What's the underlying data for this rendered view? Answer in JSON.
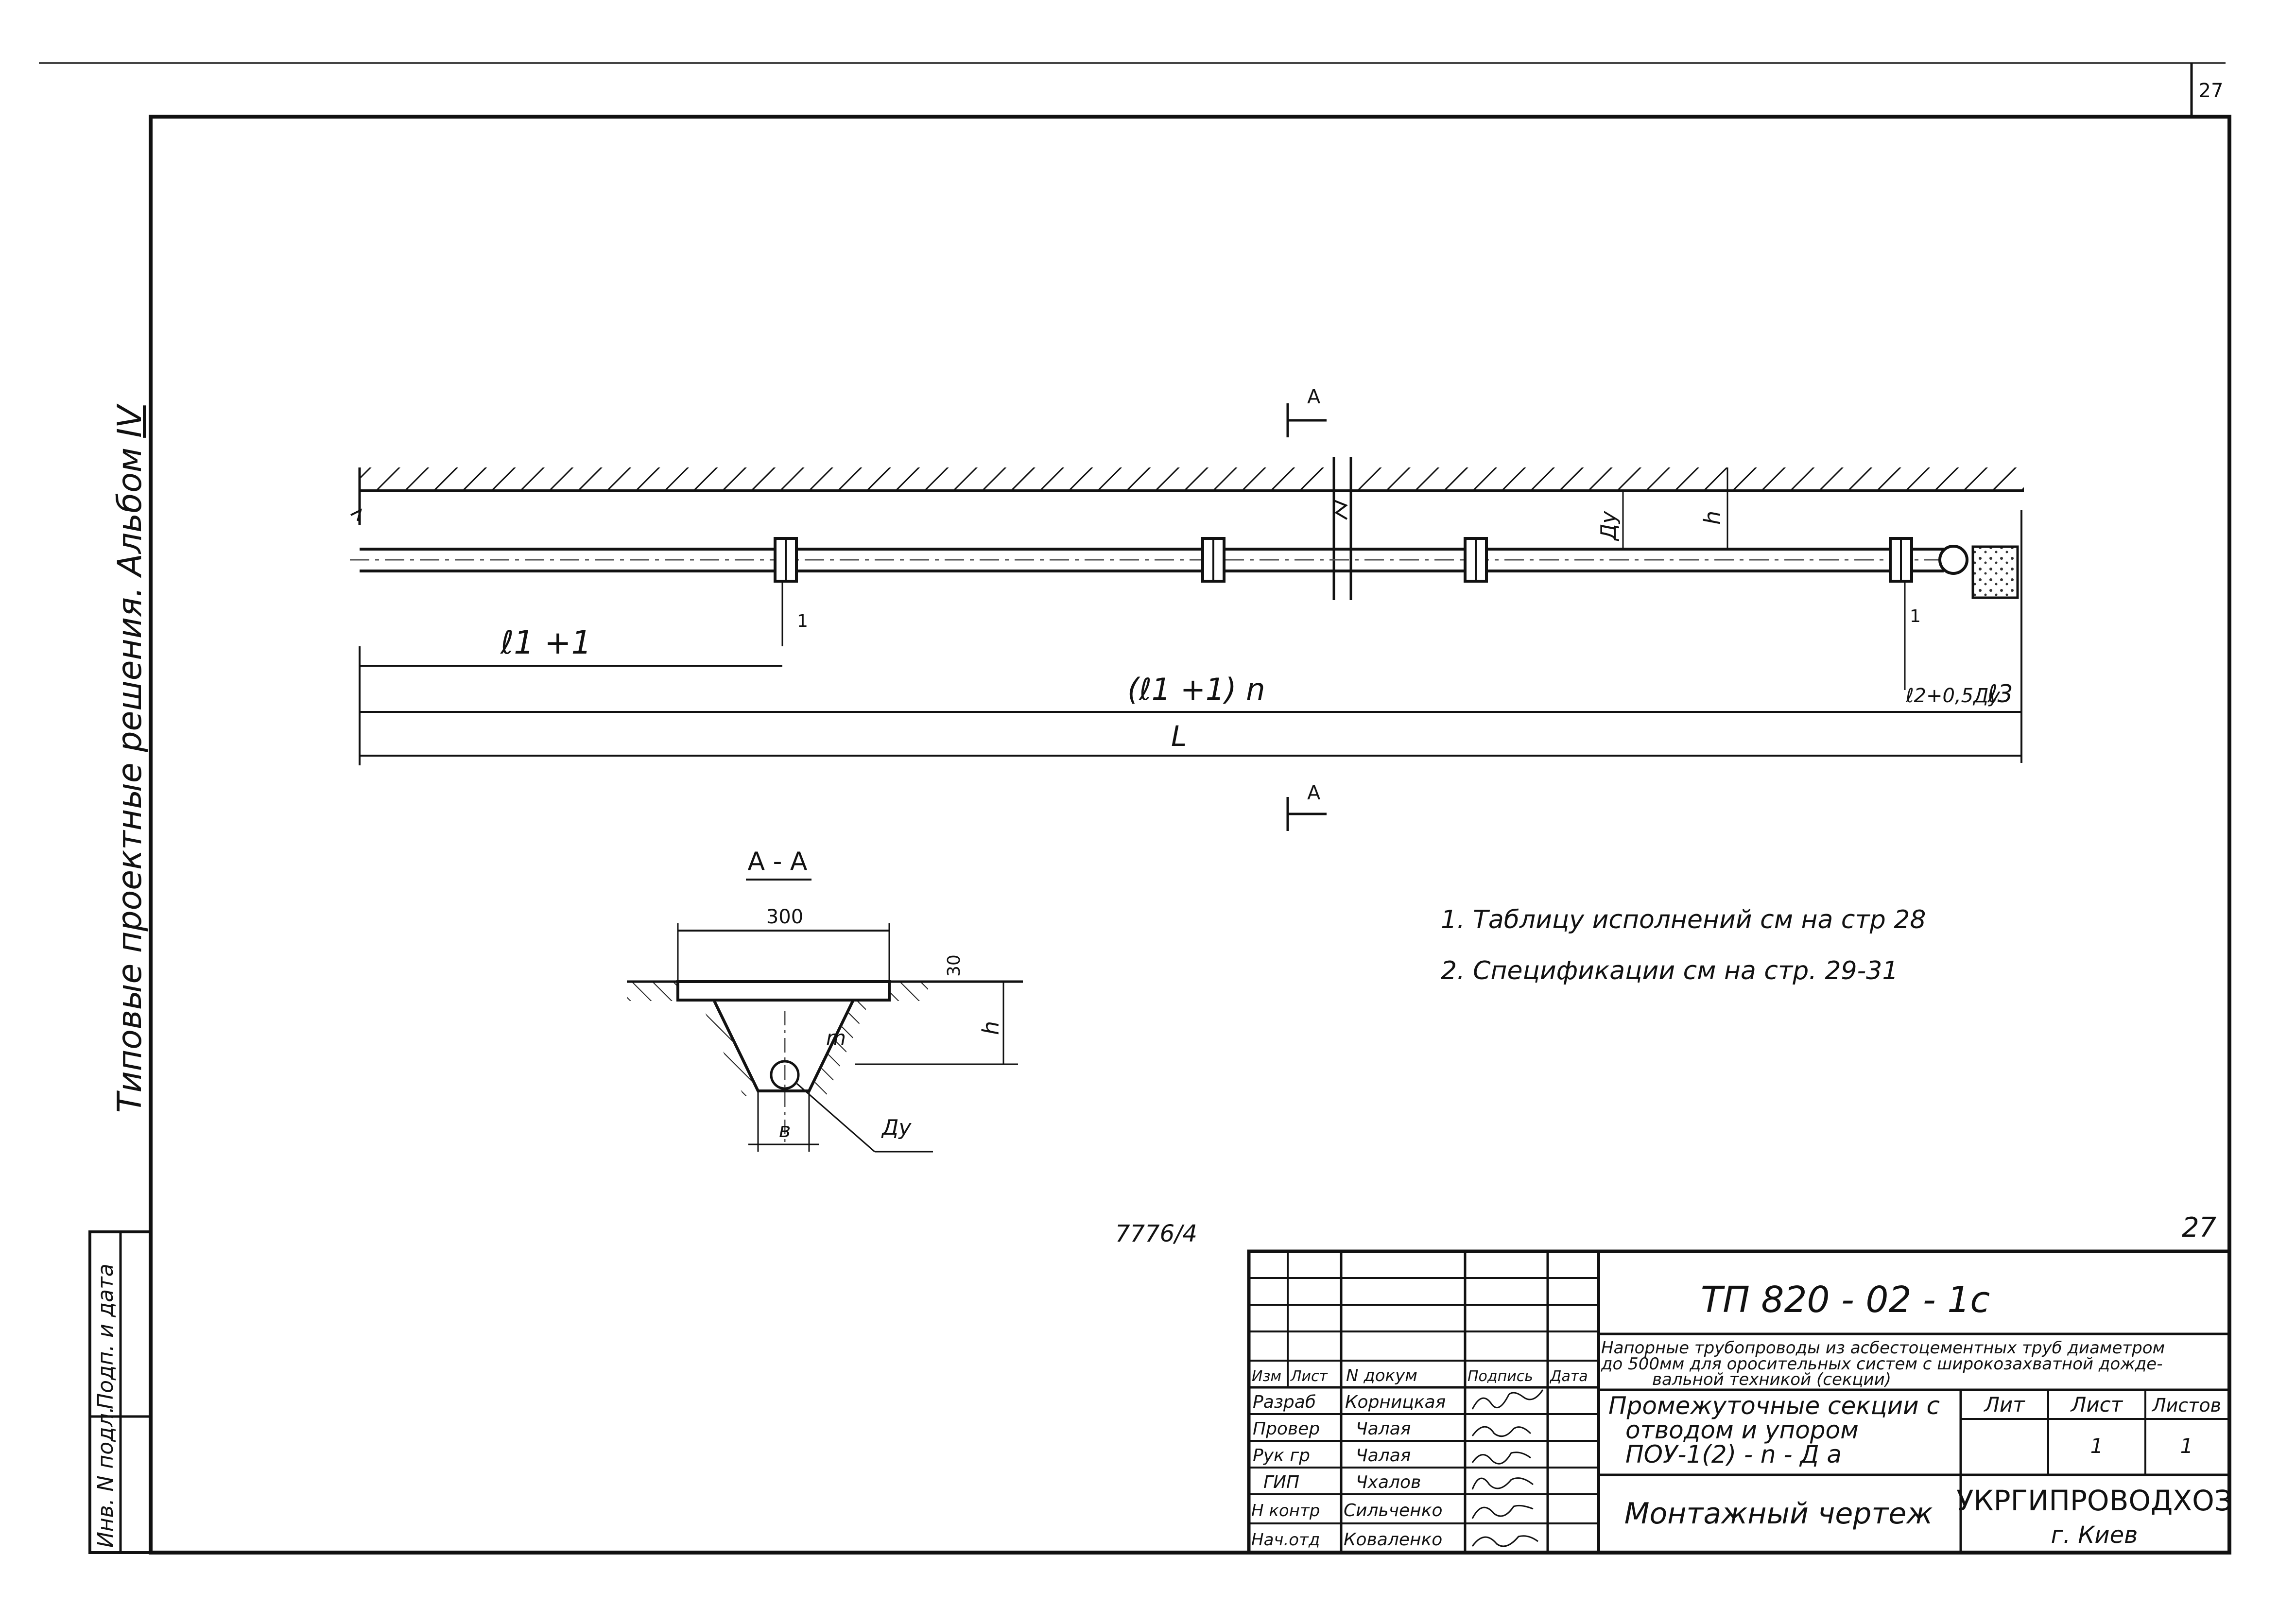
{
  "sheet": {
    "page_number": "27",
    "handwritten_page_mark": "27",
    "album_label": "Типовые проектные решения. Альбом",
    "album_number": "IV",
    "stamp_code": "7776/4"
  },
  "left_strip": {
    "signature_date": "Подп. и дата",
    "inventory_number": "Инв. N подл."
  },
  "plan_view": {
    "section_mark": "А",
    "diameter_label": "Ду",
    "depth_label": "h",
    "joint_gap": "1",
    "dim_first": "ℓ1 +1",
    "dim_mid": "(ℓ1 +1) n",
    "dim_end_a": "ℓ2+0,5Ду",
    "dim_end_b": "ℓ3",
    "dim_total": "L"
  },
  "section": {
    "title": "А - А",
    "width": "300",
    "top_offset": "30",
    "slope": "m",
    "depth": "h",
    "bottom": "в",
    "diameter": "Ду"
  },
  "notes": [
    "1.  Таблицу исполнений см на стр 28",
    "2.  Спецификации см на стр. 29-31"
  ],
  "title_block": {
    "document_code": "ТП 820 - 02 - 1с",
    "description": [
      "Напорные трубопроводы из асбестоцементных труб диаметром",
      "до 500мм для оросительных систем с широкозахватной дожде-",
      "вальной техникой (секции)"
    ],
    "header": {
      "izm": "Изм",
      "list": "Лист",
      "doc": "N докум",
      "sign": "Подпись",
      "date": "Дата"
    },
    "roles": [
      {
        "role": "Разраб",
        "name": "Корницкая"
      },
      {
        "role": "Провер",
        "name": "Чалая"
      },
      {
        "role": "Рук гр",
        "name": "Чалая"
      },
      {
        "role": "ГИП",
        "name": "Чхалов"
      },
      {
        "role": "Н контр",
        "name": "Сильченко"
      },
      {
        "role": "Нач.отд",
        "name": "Коваленко"
      }
    ],
    "item_title": [
      "Промежуточные секции с",
      "отводом и упором",
      "ПОУ-1(2) - n - Д а"
    ],
    "lit_label": "Лит",
    "sheet_label": "Лист",
    "sheets_label": "Листов",
    "sheet_value": "1",
    "sheets_value": "1",
    "drawing_type": "Монтажный чертеж",
    "organization": "УКРГИПРОВОДХОЗ",
    "city": "г. Киев"
  }
}
